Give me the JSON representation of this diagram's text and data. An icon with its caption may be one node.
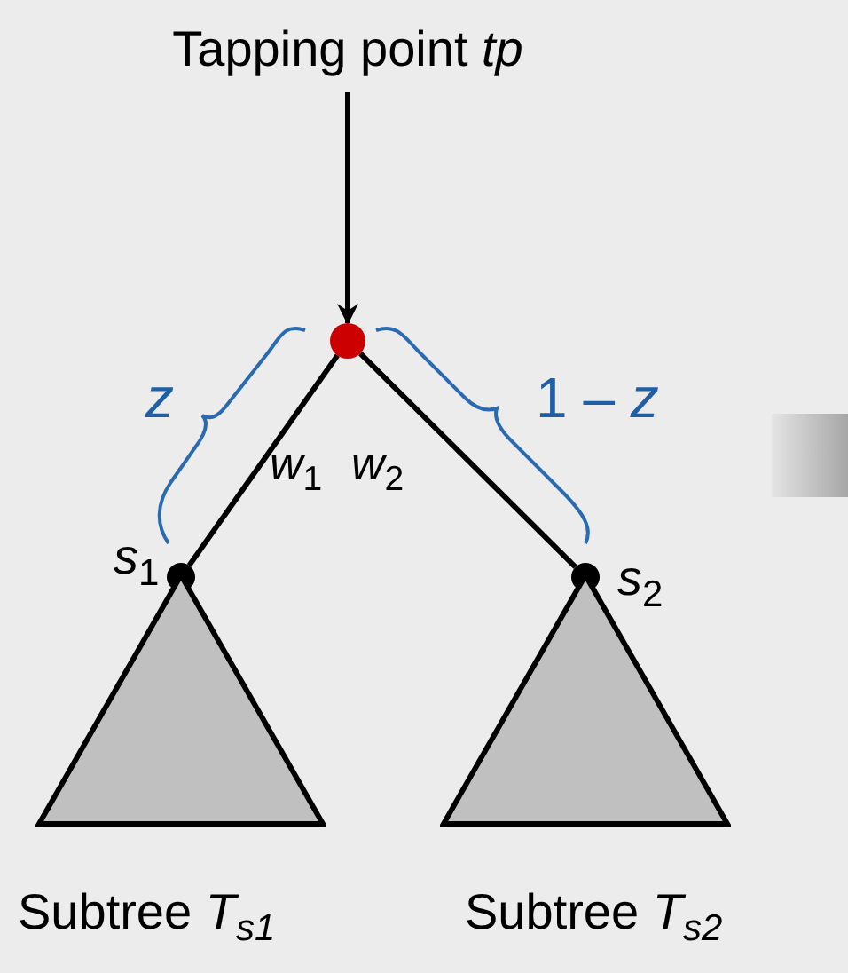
{
  "diagram": {
    "nodes": [
      {
        "text": [
          "Tapping point *tp*"
        ]
      },
      {
        "text": [],
        "shape": "circle"
      },
      {
        "text": [],
        "shape": "circle",
        "beside": [
          "*s*$_{1}$"
        ]
      },
      {
        "text": [],
        "shape": "circle",
        "beside": [
          "*s*$_{2}$"
        ]
      },
      {
        "text": [],
        "shape": "triangle",
        "beside": [
          "Subtree *T*$_{s1}$"
        ]
      },
      {
        "text": [],
        "shape": "triangle",
        "beside": [
          "Subtree *T*$_{s2}$"
        ]
      }
    ],
    "edges": [
      {
        "from": 0,
        "to": 1,
        "arrow": "to"
      },
      {
        "from": 1,
        "to": 2,
        "arrow": "none",
        "label": "*w*$_{1}$"
      },
      {
        "from": 1,
        "to": 3,
        "arrow": "none",
        "label": "*w*$_{2}$"
      }
    ],
    "labels": [
      "*z*",
      "1 – *z*"
    ]
  }
}
